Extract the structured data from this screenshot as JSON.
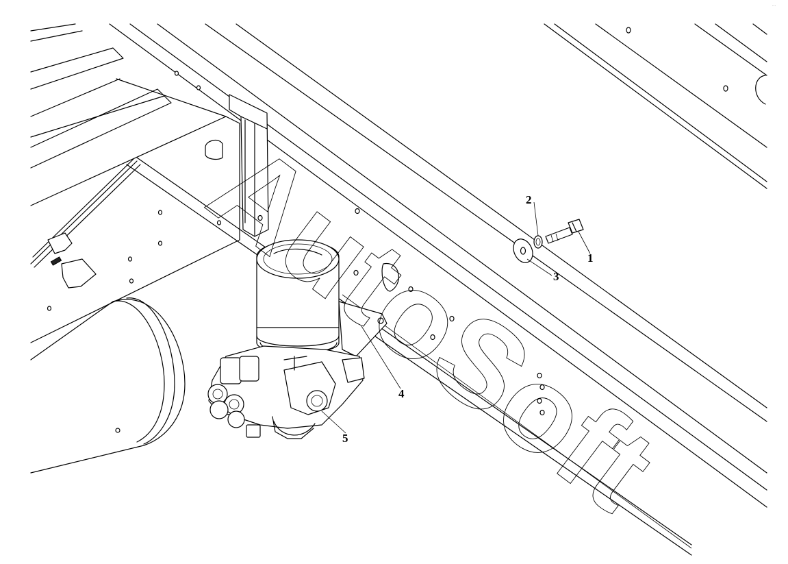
{
  "watermark": {
    "text": "AutoSoft"
  },
  "corner_mark": "...",
  "callouts": [
    "1",
    "2",
    "3",
    "4",
    "5"
  ],
  "parts": {
    "bolt": "bolt",
    "lock_washer": "lock-washer",
    "flat_washer": "flat-washer",
    "bracket": "mounting-bracket",
    "air_dryer": "air-dryer-unit"
  }
}
